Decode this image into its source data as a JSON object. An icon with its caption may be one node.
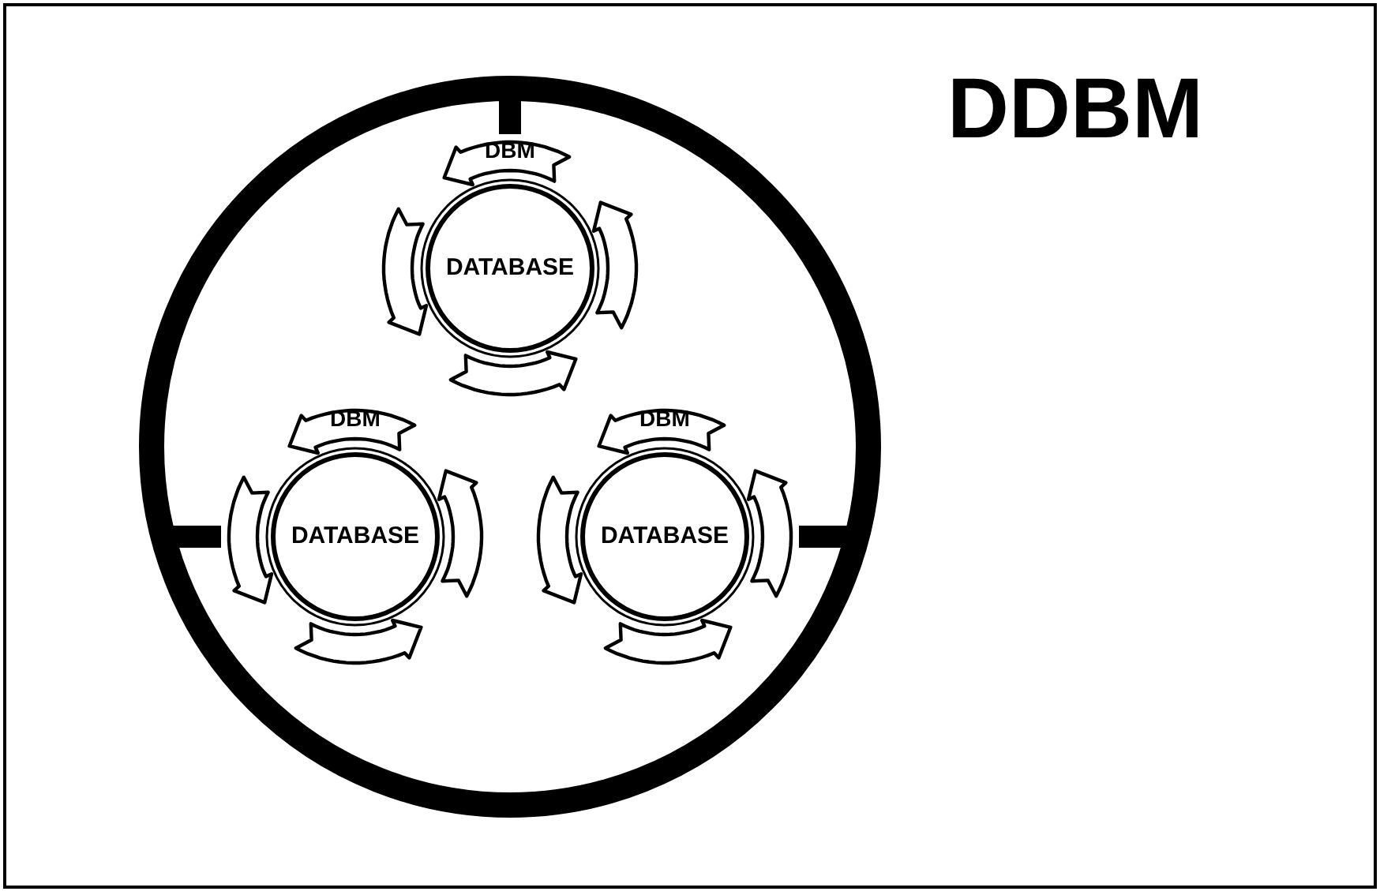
{
  "diagram": {
    "title": "DDBM",
    "nodes": [
      {
        "text": [],
        "shape": "circle"
      },
      {
        "text": [
          "DBM",
          "DATABASE"
        ],
        "in": 0
      },
      {
        "text": [
          "DBM",
          "DATABASE"
        ],
        "in": 0
      },
      {
        "text": [
          "DBM",
          "DATABASE"
        ],
        "in": 0
      }
    ],
    "edges": [
      {
        "from": 0,
        "to": 1,
        "arrow": "none"
      },
      {
        "from": 0,
        "to": 2,
        "arrow": "none"
      },
      {
        "from": 0,
        "to": 3,
        "arrow": "none"
      }
    ]
  }
}
